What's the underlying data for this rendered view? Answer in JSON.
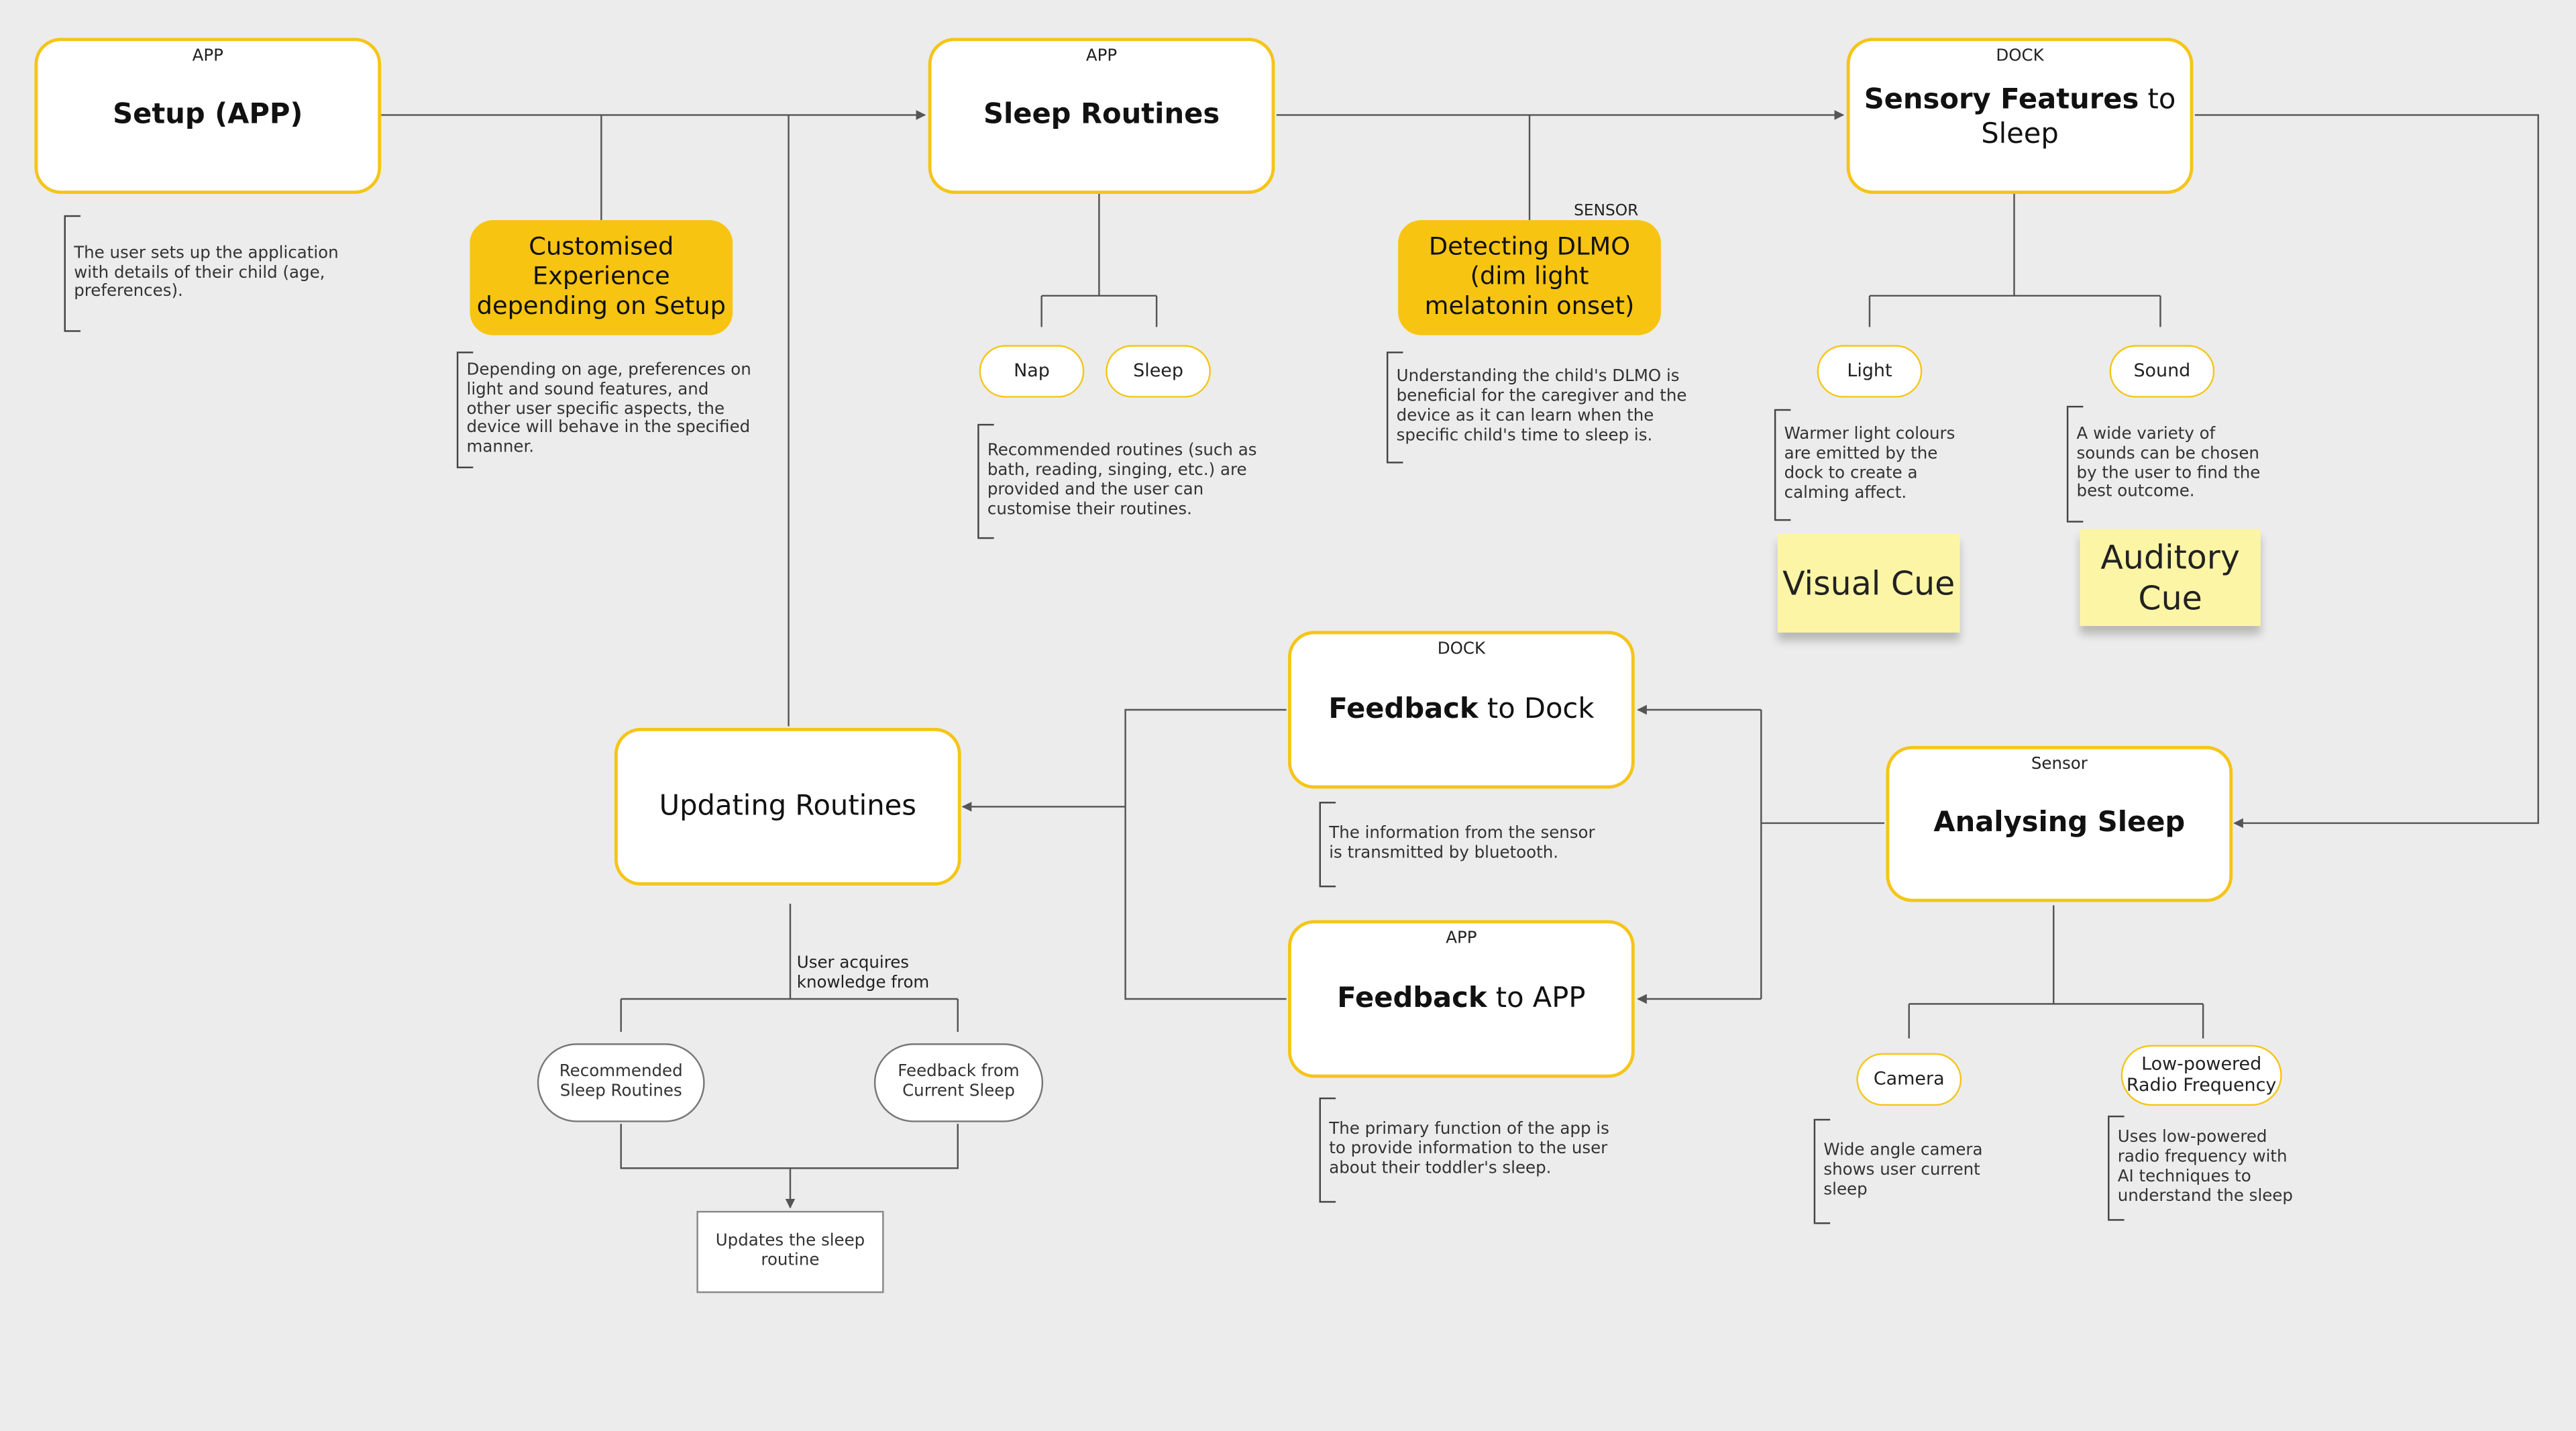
{
  "nodes": {
    "setup": {
      "tag": "APP",
      "title": "Setup (APP)"
    },
    "sleep_routines": {
      "tag": "APP",
      "title": "Sleep Routines"
    },
    "sensory": {
      "tag": "DOCK",
      "title_bold": "Sensory Features",
      "title_rest": " to Sleep"
    },
    "feedback_dock": {
      "tag": "DOCK",
      "title_bold": "Feedback",
      "title_rest": " to Dock"
    },
    "feedback_app": {
      "tag": "APP",
      "title_bold": "Feedback",
      "title_rest": " to APP"
    },
    "analysing": {
      "tag": "Sensor",
      "title": "Analysing Sleep"
    },
    "updating": {
      "title": "Updating Routines"
    }
  },
  "highlights": {
    "customised": "Customised Experience depending on Setup",
    "dlmo": "Detecting DLMO (dim light melatonin onset)",
    "dlmo_tag": "SENSOR"
  },
  "pills": {
    "nap": "Nap",
    "sleep": "Sleep",
    "light": "Light",
    "sound": "Sound",
    "camera": "Camera",
    "radio": "Low-powered Radio Frequency"
  },
  "notes": {
    "setup": "The user sets up the application with details of their child (age, preferences).",
    "customised": "Depending on age, preferences on light and sound features, and other user specific aspects, the device will behave in the specified manner.",
    "routines": "Recommended routines (such as bath, reading, singing, etc.) are provided and the user can customise their routines.",
    "dlmo": "Understanding the child's DLMO is beneficial for the caregiver and the device as it can learn when the specific child's time to sleep is.",
    "light": "Warmer light colours are emitted by the dock to create a calming affect.",
    "sound": "A wide variety of sounds can be chosen by the user to find the best outcome.",
    "feedback_dock": "The information from the sensor is transmitted by bluetooth.",
    "feedback_app": "The primary function of the app is to provide information to the user about their toddler's sleep.",
    "camera": "Wide angle camera shows user current sleep",
    "radio": "Uses low-powered radio frequency with AI techniques to understand the sleep"
  },
  "update_flow": {
    "label": "User acquires knowledge from",
    "recommended": "Recommended Sleep Routines",
    "feedback_current": "Feedback from Current Sleep",
    "result": "Updates the sleep routine"
  },
  "stickies": {
    "visual": "Visual Cue",
    "auditory": "Auditory Cue"
  },
  "colors": {
    "accent": "#f5c518",
    "highlight_fill": "#f8c412",
    "sticky": "#fdf5a6",
    "background": "#ececec"
  }
}
